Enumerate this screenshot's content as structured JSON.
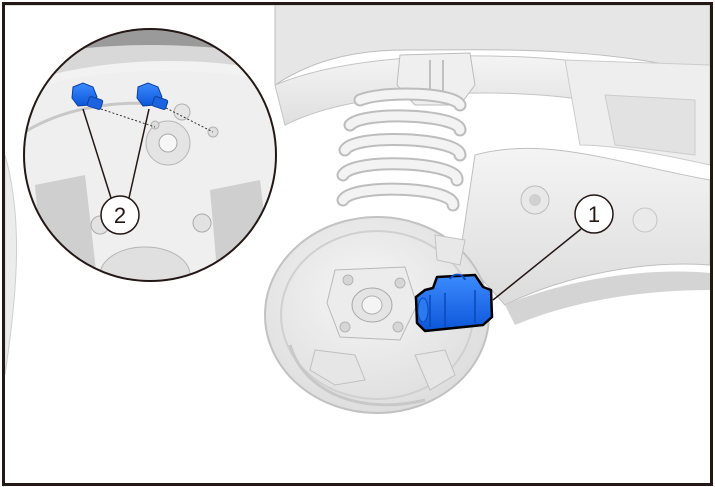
{
  "figure": {
    "description": "Rear drum brake assembly with wheel cylinder highlighted and detail inset showing mounting bolts",
    "frame_color": "#231815",
    "highlight_color": "#1a6ef5",
    "callouts": [
      {
        "number": "1",
        "target": "brake wheel cylinder"
      },
      {
        "number": "2",
        "target": "wheel cylinder mounting bolts (x2)"
      }
    ],
    "inset": {
      "shows": "detail view of bolt holes on backing plate"
    }
  }
}
